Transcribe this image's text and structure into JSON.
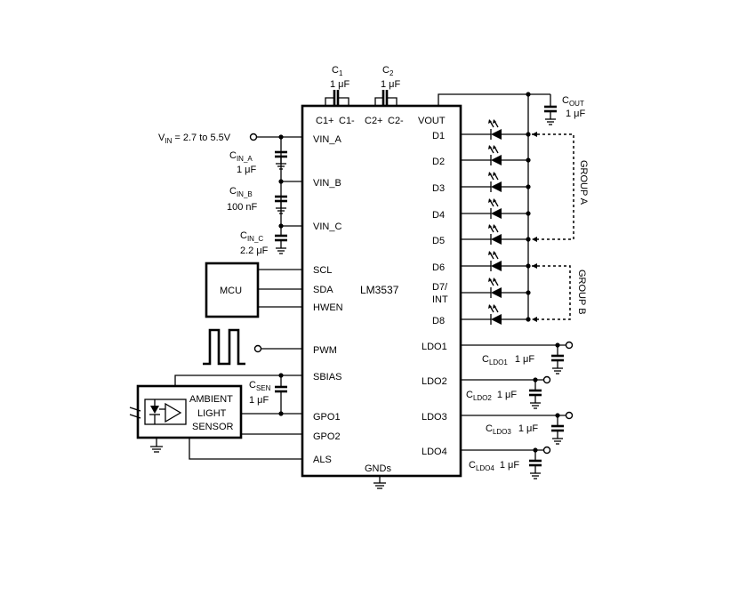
{
  "chip": {
    "name": "LM3537",
    "pins_left": [
      "VIN_A",
      "VIN_B",
      "VIN_C",
      "SCL",
      "SDA",
      "HWEN",
      "PWM",
      "SBIAS",
      "GPO1",
      "GPO2",
      "ALS"
    ],
    "pins_top": [
      "C1+",
      "C1-",
      "C2+",
      "C2-",
      "VOUT"
    ],
    "pins_right": [
      "D1",
      "D2",
      "D3",
      "D4",
      "D5",
      "D6",
      "D7/",
      "INT",
      "D8",
      "LDO1",
      "LDO2",
      "LDO3",
      "LDO4"
    ],
    "pin_bottom": "GNDs"
  },
  "capacitors": {
    "c1": {
      "name": "C",
      "sub": "1",
      "value": "1 μF"
    },
    "c2": {
      "name": "C",
      "sub": "2",
      "value": "1 μF"
    },
    "cout": {
      "name": "C",
      "sub": "OUT",
      "value": "1 μF"
    },
    "cin_a": {
      "name": "C",
      "sub": "IN_A",
      "value": "1 μF"
    },
    "cin_b": {
      "name": "C",
      "sub": "IN_B",
      "value": "100 nF"
    },
    "cin_c": {
      "name": "C",
      "sub": "IN_C",
      "value": "2.2 μF"
    },
    "csen": {
      "name": "C",
      "sub": "SEN",
      "value": "1 μF"
    },
    "cldo1": {
      "name": "C",
      "sub": "LDO1",
      "value": "1 μF"
    },
    "cldo2": {
      "name": "C",
      "sub": "LDO2",
      "value": "1 μF"
    },
    "cldo3": {
      "name": "C",
      "sub": "LDO3",
      "value": "1 μF"
    },
    "cldo4": {
      "name": "C",
      "sub": "LDO4",
      "value": "1 μF"
    }
  },
  "vin": {
    "name": "V",
    "sub": "IN",
    "text": " = 2.7 to 5.5V"
  },
  "mcu": {
    "label": "MCU"
  },
  "ambient": {
    "line1": "AMBIENT",
    "line2": "LIGHT",
    "line3": "SENSOR"
  },
  "groups": {
    "a": "GROUP A",
    "b": "GROUP B"
  }
}
